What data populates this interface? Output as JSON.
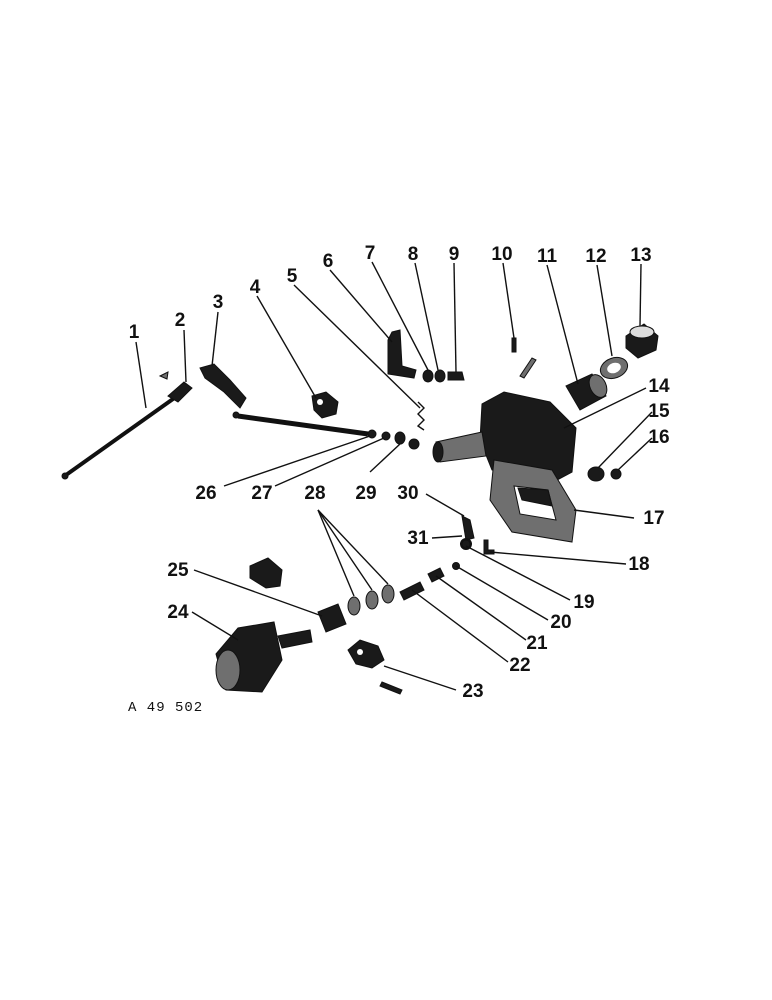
{
  "figure_ref": "A 49 502",
  "callouts": [
    "1",
    "2",
    "3",
    "4",
    "5",
    "6",
    "7",
    "8",
    "9",
    "10",
    "11",
    "12",
    "13",
    "14",
    "15",
    "16",
    "17",
    "18",
    "19",
    "20",
    "21",
    "22",
    "23",
    "24",
    "25",
    "26",
    "27",
    "28",
    "29",
    "30",
    "31"
  ]
}
